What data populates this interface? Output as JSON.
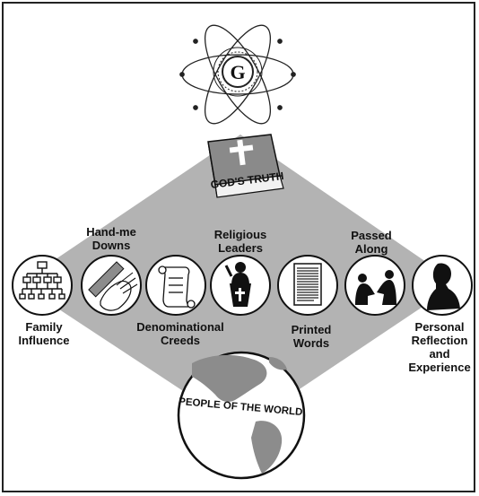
{
  "colors": {
    "background": "#ffffff",
    "diamond": "#b3b3b3",
    "ink": "#111111",
    "book": "#8a8a8a",
    "globe_land": "#8c8c8c"
  },
  "top_symbol": {
    "letter": "G",
    "icon": "atom-emblem-icon"
  },
  "book": {
    "label": "GOD'S TRUTH",
    "icon": "bible-icon"
  },
  "globe": {
    "label": "PEOPLE OF THE WORLD",
    "icon": "globe-icon"
  },
  "channels": [
    {
      "id": "family",
      "label": "Family\nInfluence",
      "icon": "family-tree-icon"
    },
    {
      "id": "handme",
      "label": "Hand-me\nDowns",
      "icon": "hand-ruler-icon"
    },
    {
      "id": "creeds",
      "label": "Denominational\nCreeds",
      "icon": "scroll-icon"
    },
    {
      "id": "leaders",
      "label": "Religious\nLeaders",
      "icon": "preacher-pulpit-icon"
    },
    {
      "id": "printed",
      "label": "Printed\nWords",
      "icon": "printed-page-icon"
    },
    {
      "id": "passed",
      "label": "Passed\nAlong",
      "icon": "two-people-talking-icon"
    },
    {
      "id": "personal",
      "label": "Personal\nReflection\nand\nExperience",
      "icon": "person-silhouette-icon"
    }
  ]
}
